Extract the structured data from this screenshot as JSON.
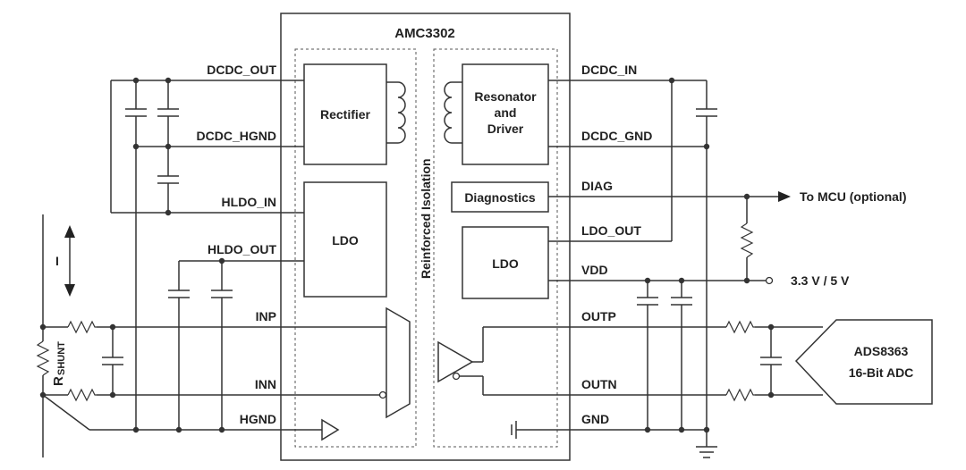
{
  "chip": {
    "title": "AMC3302",
    "isolation_label": "Reinforced Isolation"
  },
  "blocks": {
    "rectifier": "Rectifier",
    "resonator_lines": [
      "Resonator",
      "and",
      "Driver"
    ],
    "diagnostics": "Diagnostics",
    "ldo_hv": "LDO",
    "ldo_lv": "LDO",
    "adc_lines": [
      "ADS8363",
      "16-Bit ADC"
    ]
  },
  "pins_left": {
    "dcdc_out": "DCDC_OUT",
    "dcdc_hgnd": "DCDC_HGND",
    "hldo_in": "HLDO_IN",
    "hldo_out": "HLDO_OUT",
    "inp": "INP",
    "inn": "INN",
    "hgnd": "HGND"
  },
  "pins_right": {
    "dcdc_in": "DCDC_IN",
    "dcdc_gnd": "DCDC_GND",
    "diag": "DIAG",
    "ldo_out": "LDO_OUT",
    "vdd": "VDD",
    "outp": "OUTP",
    "outn": "OUTN",
    "gnd": "GND"
  },
  "external": {
    "to_mcu": "To MCU (optional)",
    "supply": "3.3 V / 5 V",
    "current": "I",
    "shunt_main": "R",
    "shunt_sub": "SHUNT"
  }
}
